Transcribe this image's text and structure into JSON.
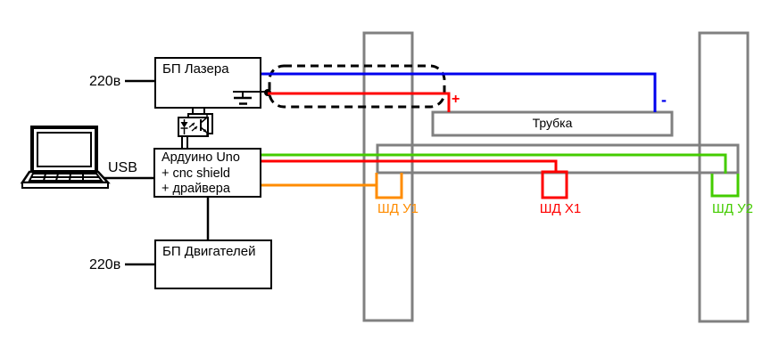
{
  "diagram": {
    "colors": {
      "blue": "#0000ee",
      "red": "#ff0000",
      "orange": "#ff8c00",
      "green": "#44cc00",
      "gray": "#808080",
      "black": "#000000"
    },
    "boxes": {
      "laser_psu": {
        "label": "БП Лазера"
      },
      "controller": {
        "line1": "Ардуино Uno",
        "line2": "+ cnc shield",
        "line3": "+ драйвера"
      },
      "motors_psu": {
        "label": "БП Двигателей"
      },
      "tube": {
        "label": "Трубка"
      }
    },
    "labels": {
      "mains_laser": "220в",
      "mains_motors": "220в",
      "usb": "USB",
      "plus": "+",
      "minus": "-",
      "stepper_y1": "ШД У1",
      "stepper_x1": "ШД Х1",
      "stepper_y2": "ШД У2"
    }
  }
}
